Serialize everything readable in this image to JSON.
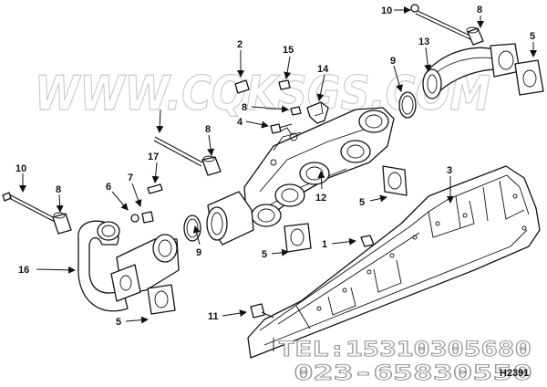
{
  "watermark": "WWW.CQKSGS.COM",
  "contact": {
    "tel": "TEL:15310305680",
    "phone": "023-65830550"
  },
  "figure_code": "H2391",
  "callouts": [
    {
      "id": "c10a",
      "label": "10"
    },
    {
      "id": "c8a",
      "label": "8"
    },
    {
      "id": "c5a",
      "label": "5"
    },
    {
      "id": "c2",
      "label": "2"
    },
    {
      "id": "c15",
      "label": "15"
    },
    {
      "id": "c13",
      "label": "13"
    },
    {
      "id": "c14",
      "label": "14"
    },
    {
      "id": "c9a",
      "label": "9"
    },
    {
      "id": "c8b",
      "label": "8"
    },
    {
      "id": "c4",
      "label": "4"
    },
    {
      "id": "c8c",
      "label": "8"
    },
    {
      "id": "c17",
      "label": "17"
    },
    {
      "id": "c3",
      "label": "3"
    },
    {
      "id": "c12",
      "label": "12"
    },
    {
      "id": "c5b",
      "label": "5"
    },
    {
      "id": "c10b",
      "label": "10"
    },
    {
      "id": "c8d",
      "label": "8"
    },
    {
      "id": "c6",
      "label": "6"
    },
    {
      "id": "c7",
      "label": "7"
    },
    {
      "id": "c1",
      "label": "1"
    },
    {
      "id": "c5c",
      "label": "5"
    },
    {
      "id": "c16",
      "label": "16"
    },
    {
      "id": "c9b",
      "label": "9"
    },
    {
      "id": "c11",
      "label": "11"
    },
    {
      "id": "c5d",
      "label": "5"
    }
  ]
}
